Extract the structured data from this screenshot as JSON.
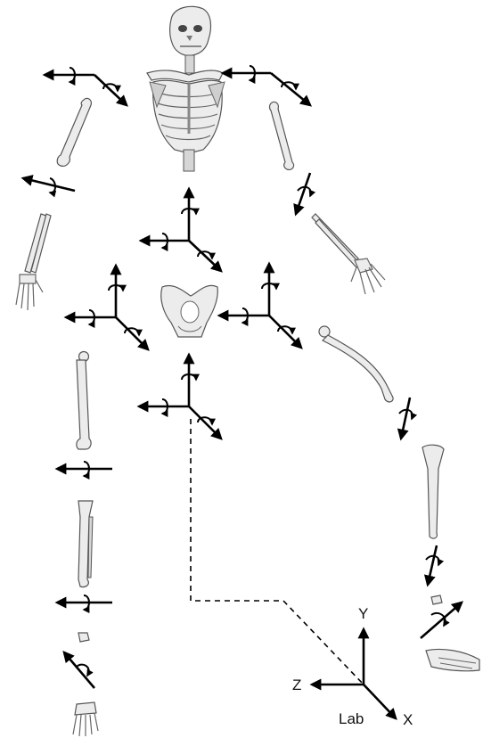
{
  "figure": {
    "lab_frame": {
      "label": "Lab",
      "axis_x": "X",
      "axis_y": "Y",
      "axis_z": "Z"
    },
    "segments": [
      "skull-and-thorax",
      "left-humerus",
      "left-forearm",
      "right-humerus",
      "right-forearm",
      "pelvis",
      "left-femur",
      "left-tibia",
      "left-foot",
      "right-femur",
      "right-tibia",
      "right-foot"
    ]
  }
}
